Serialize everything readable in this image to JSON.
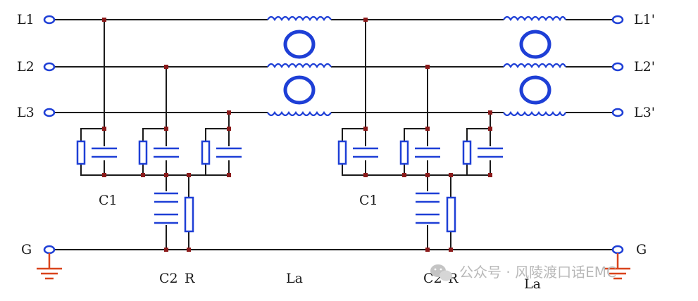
{
  "labels": {
    "input_lines": [
      "L1",
      "L2",
      "L3"
    ],
    "output_lines": [
      "L1'",
      "L2'",
      "L3'"
    ],
    "ground": "G",
    "stage1_c1": "C1",
    "stage1_c2": "C2",
    "stage1_r": "R",
    "stage1_inductor": "La",
    "stage2_c1": "C1",
    "stage2_c2": "C2",
    "stage2_r": "R",
    "stage2_inductor": "La"
  },
  "watermark": {
    "text": "公众号 · 风陵渡口话EMC",
    "icon": "wechat-icon"
  },
  "colors": {
    "wire": "#1a1a1a",
    "component": "#1e3fd6",
    "node": "#8b1a1a",
    "ground": "#d9441c",
    "terminal": "#1e3fd6"
  }
}
